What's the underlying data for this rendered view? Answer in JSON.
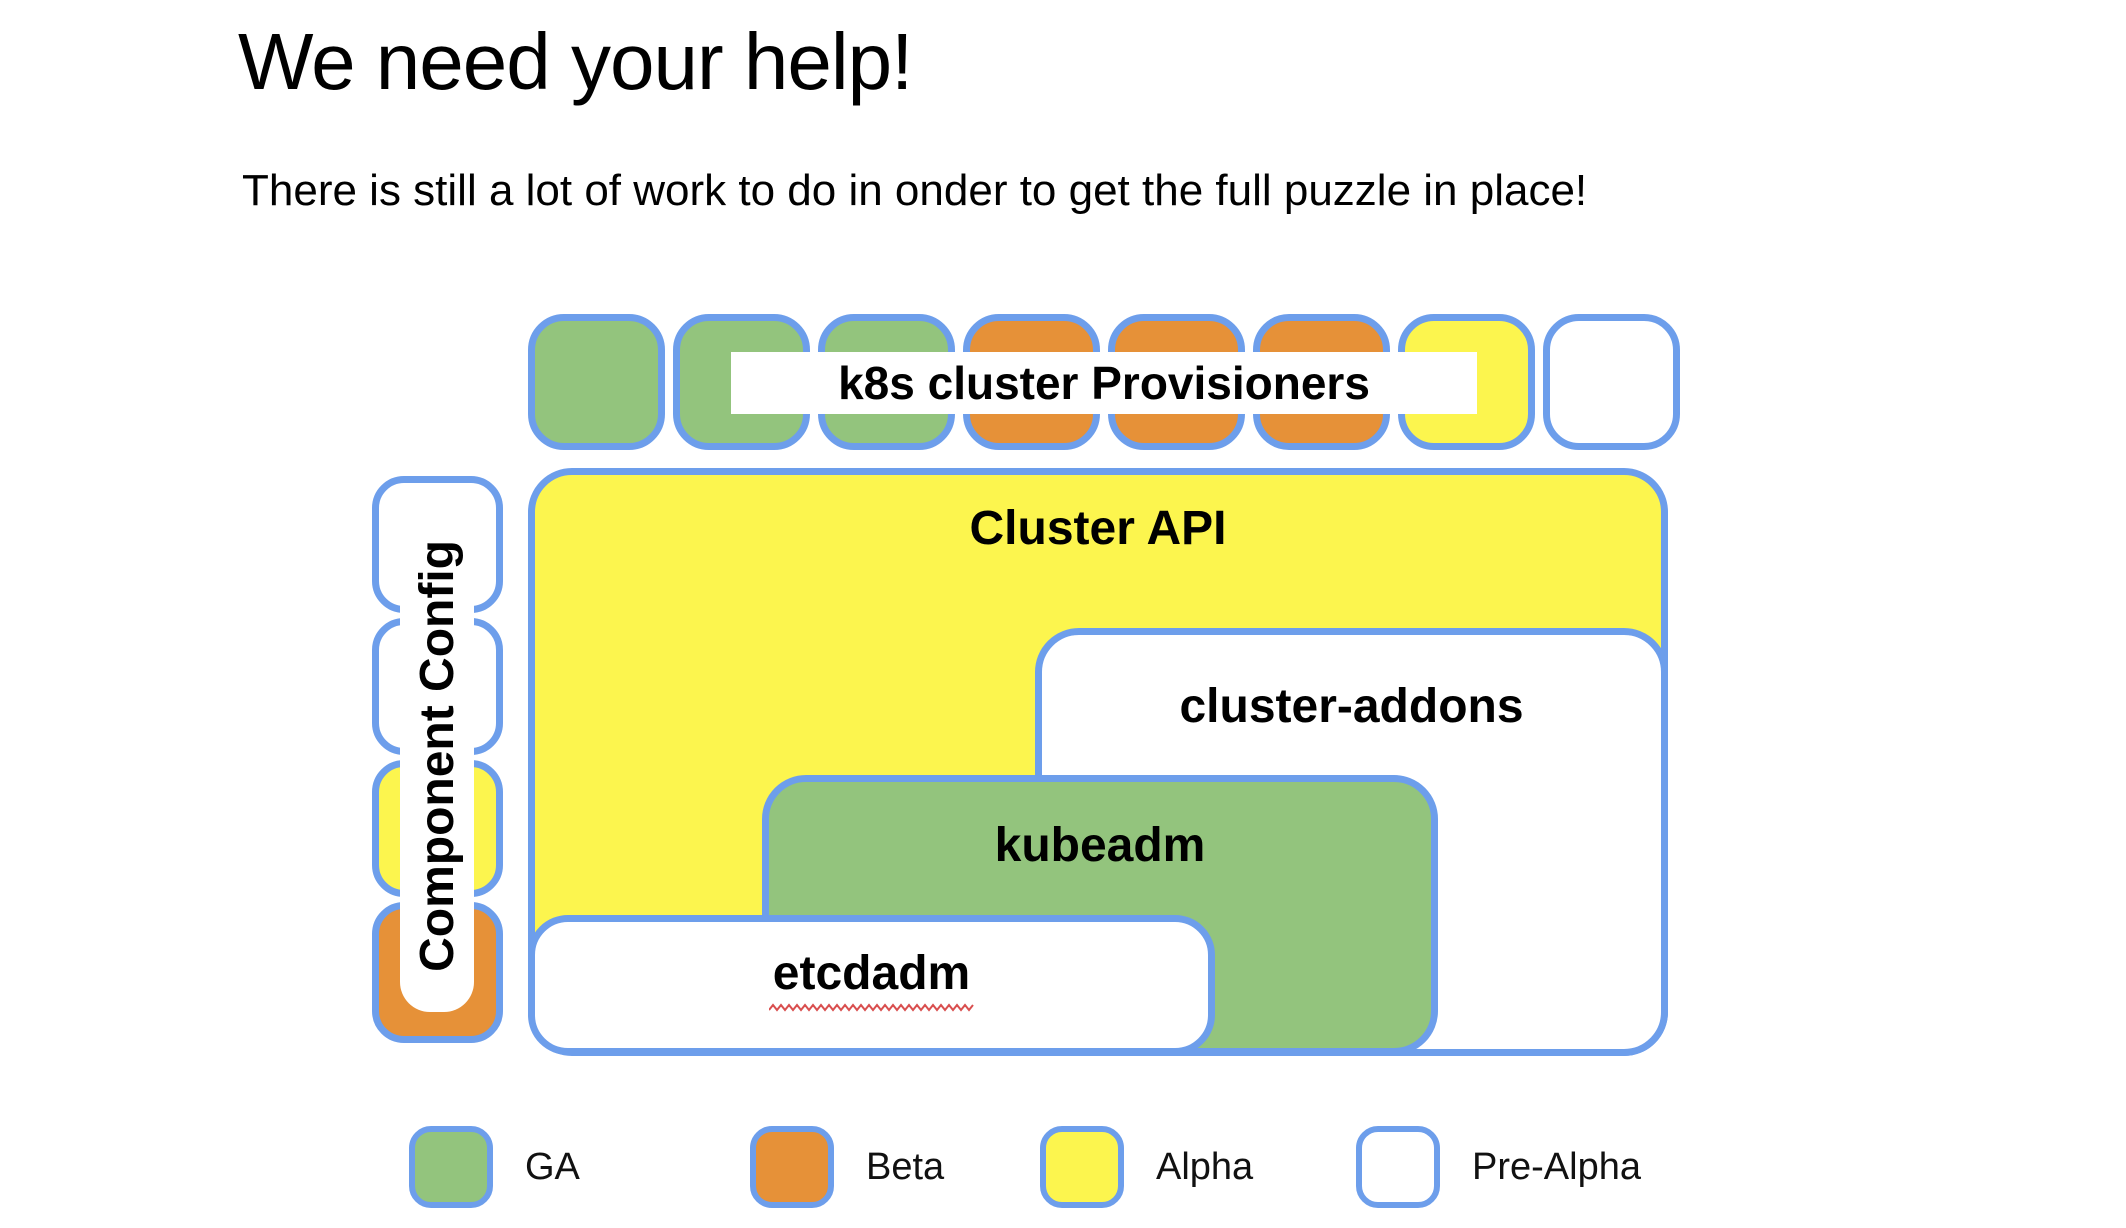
{
  "title": "We need your help!",
  "subtitle": "There is still a lot of work to do in onder to get the full puzzle in place!",
  "colors": {
    "border_blue": "#6d9eeb",
    "ga_green": "#93c47d",
    "beta_orange": "#e69138",
    "alpha_yellow": "#fcf54e",
    "pre_alpha_white": "#ffffff",
    "squiggle_red": "#d94f4f"
  },
  "provisioners": {
    "label": "k8s cluster Provisioners",
    "piece_statuses": [
      "GA",
      "GA",
      "GA",
      "Beta",
      "Beta",
      "Beta",
      "Alpha",
      "Pre-Alpha"
    ]
  },
  "component_config": {
    "label": "Component Config",
    "segment_statuses": [
      "Pre-Alpha",
      "Pre-Alpha",
      "Alpha",
      "Beta"
    ]
  },
  "boxes": {
    "cluster_api": {
      "label": "Cluster API",
      "status": "Alpha"
    },
    "cluster_addons": {
      "label": "cluster-addons",
      "status": "Pre-Alpha"
    },
    "kubeadm": {
      "label": "kubeadm",
      "status": "GA"
    },
    "etcdadm": {
      "label": "etcdadm",
      "status": "Pre-Alpha",
      "spellcheck_underline": true
    }
  },
  "legend": {
    "items": [
      {
        "label": "GA",
        "status": "GA"
      },
      {
        "label": "Beta",
        "status": "Beta"
      },
      {
        "label": "Alpha",
        "status": "Alpha"
      },
      {
        "label": "Pre-Alpha",
        "status": "Pre-Alpha"
      }
    ]
  }
}
